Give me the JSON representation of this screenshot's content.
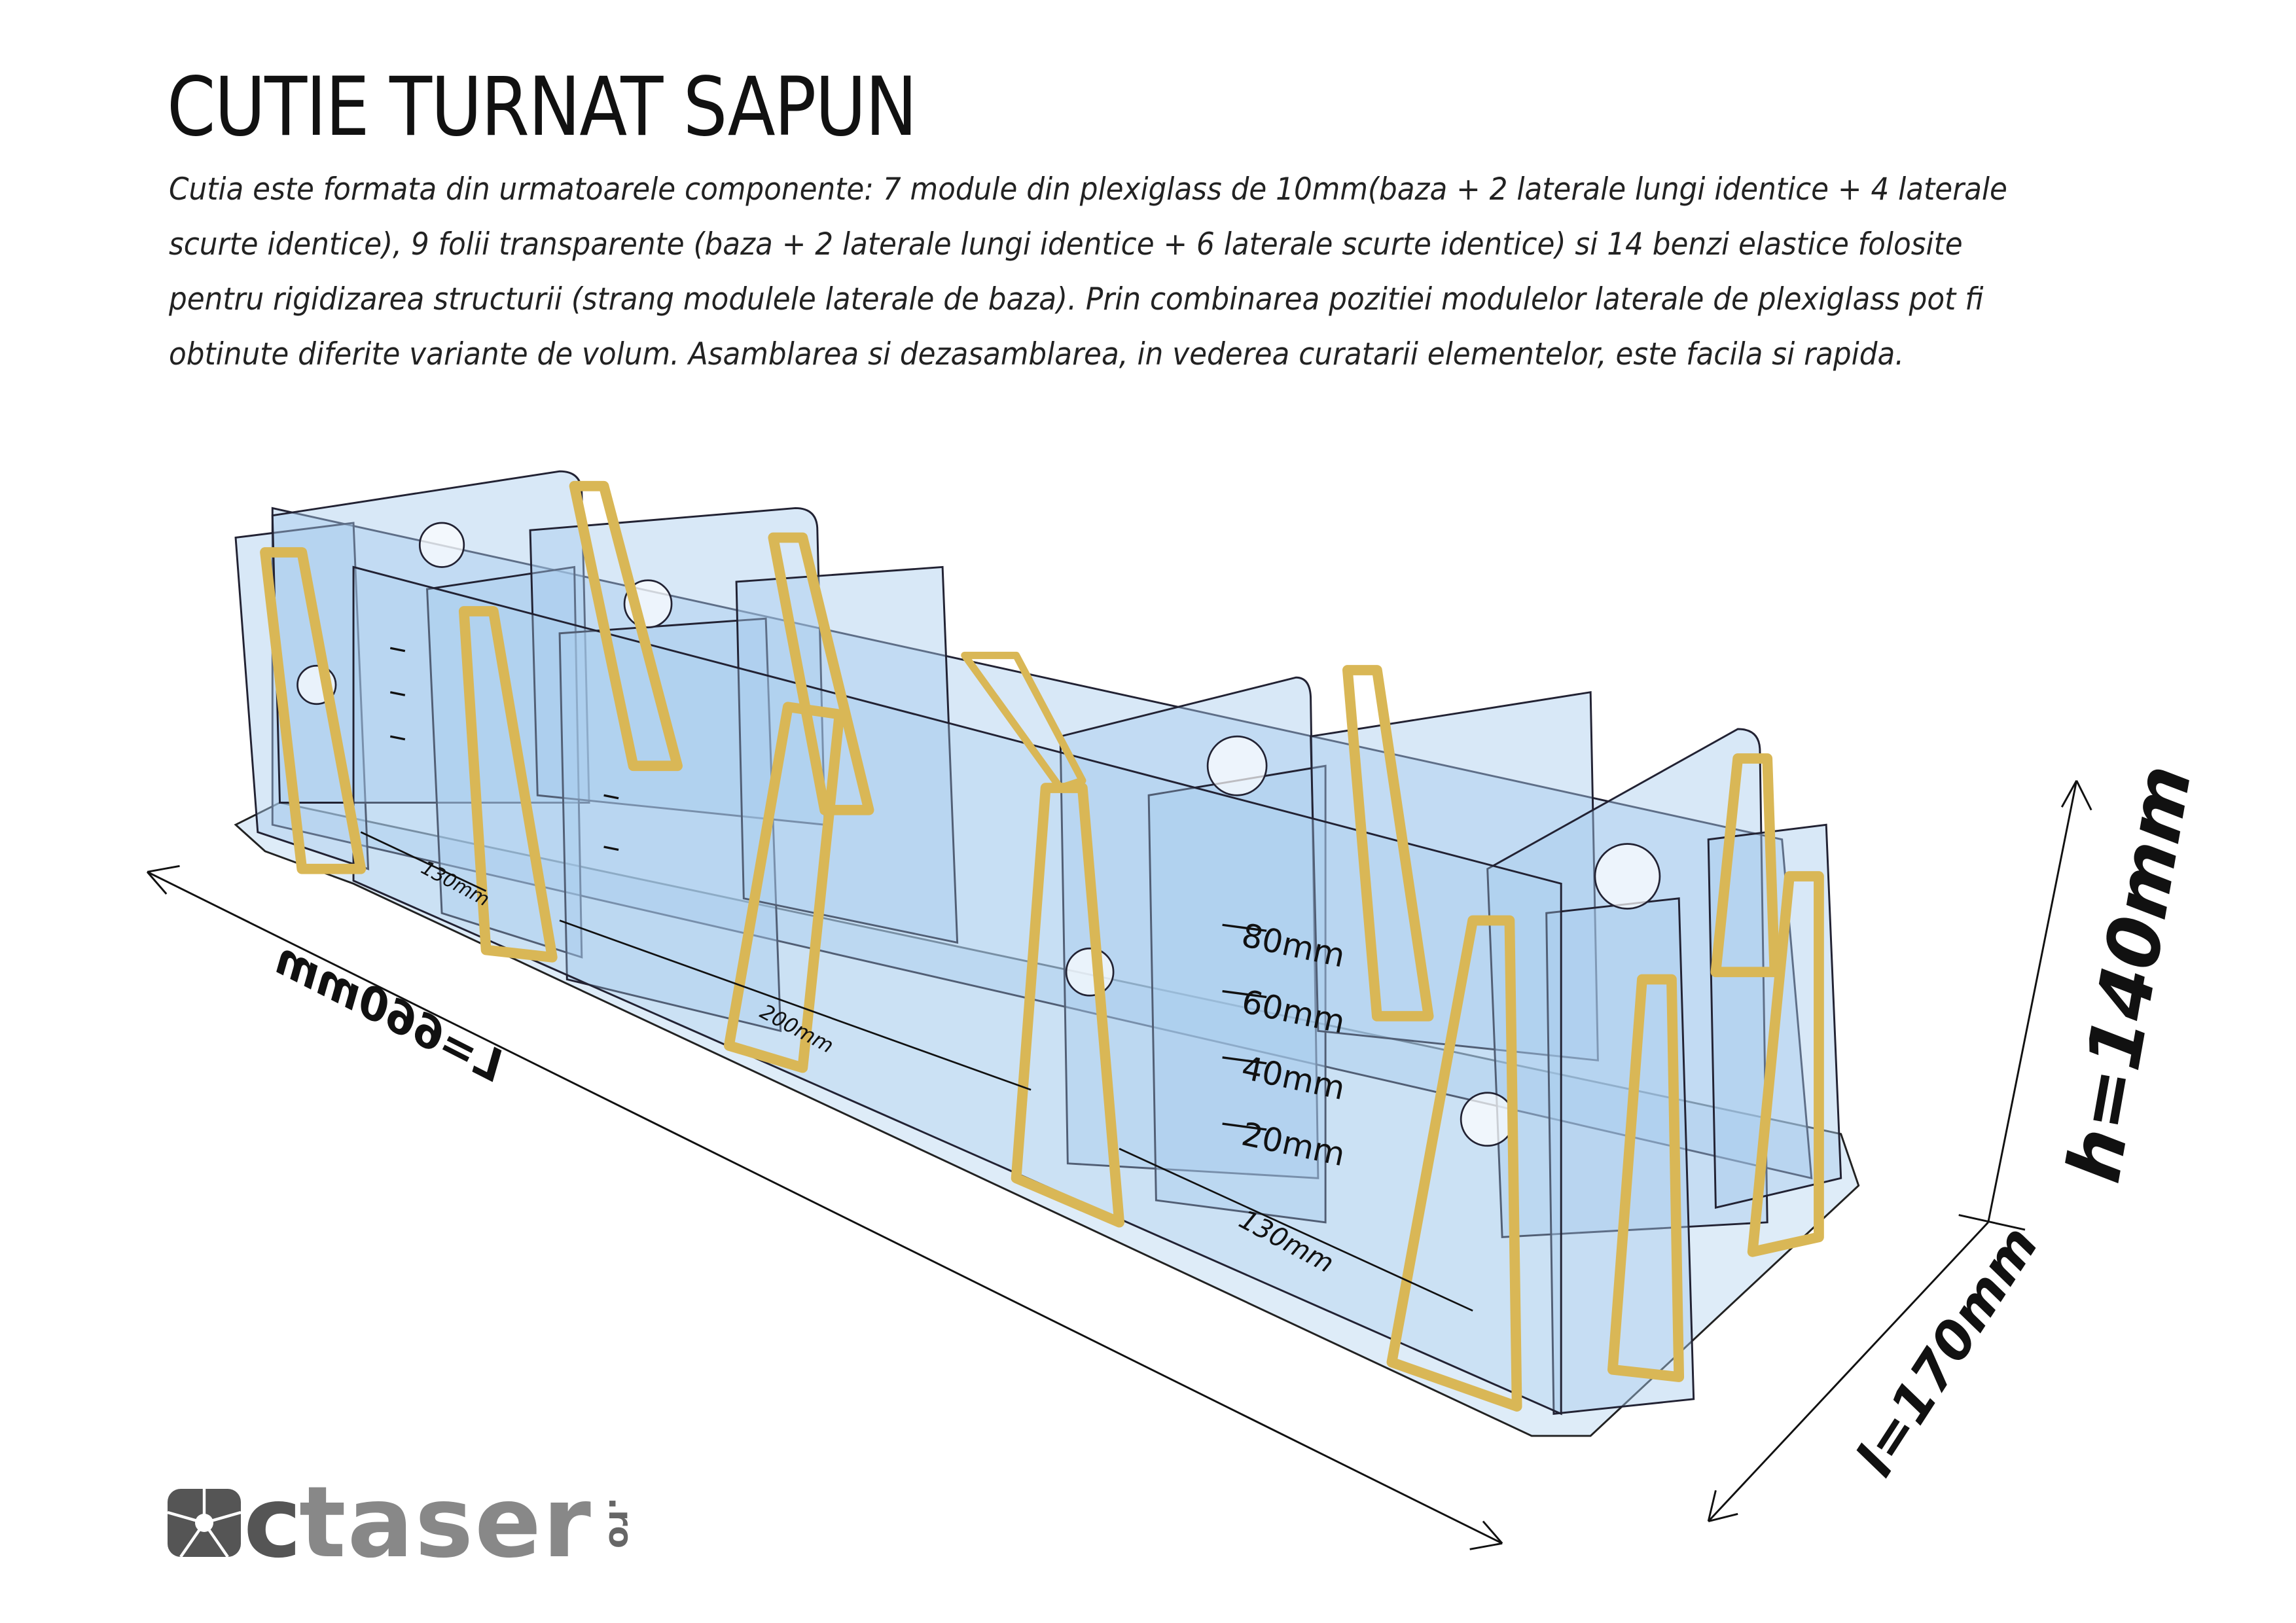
{
  "title": "CUTIE TURNAT SAPUN",
  "description": "Cutia este formata din urmatoarele componente: 7 module din plexiglass de 10mm(baza + 2 laterale lungi identice + 4 laterale scurte identice), 9 folii transparente (baza + 2 laterale lungi identice + 6 laterale scurte identice) si 14 benzi elastice folosite pentru rigidizarea structurii (strang modulele laterale de baza). Prin combinarea pozitiei modulelor laterale de plexiglass pot fi obtinute diferite variante de volum. Asamblarea si dezasamblarea, in vederea curatarii elementelor, este facila si rapida.",
  "dimensions": {
    "length": "L=660mm",
    "width": "l=170mm",
    "height": "h=140mm"
  },
  "inner_dimensions": {
    "small": "130mm",
    "middle": "200mm",
    "right": "130mm"
  },
  "ruler_marks": [
    "80mm",
    "60mm",
    "40mm",
    "20mm"
  ],
  "logo": {
    "main": "ctaser",
    "suffix": ".ro"
  },
  "colors": {
    "plexiglass": "#a9cdee",
    "elastic": "#e6c86e",
    "base": "#d6e7f6"
  }
}
